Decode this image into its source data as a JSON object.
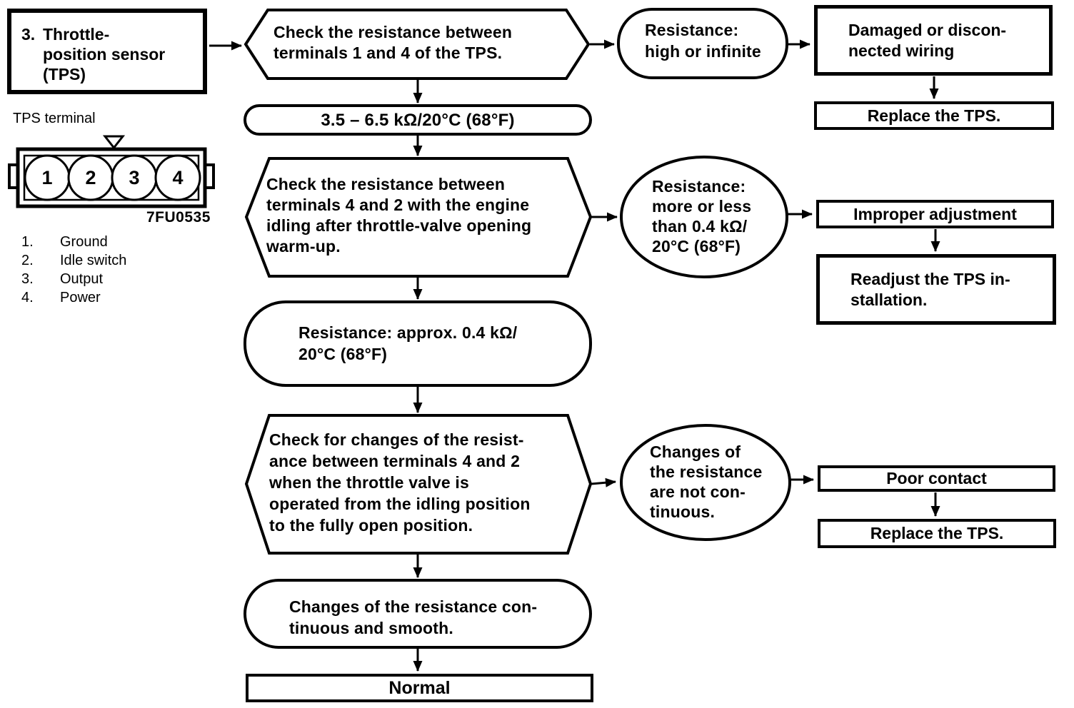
{
  "page": {
    "background": "#ffffff",
    "ink": "#000000"
  },
  "header": {
    "num": "3.",
    "title": "Throttle-\nposition sensor\n(TPS)"
  },
  "connector": {
    "label": "TPS terminal",
    "code": "7FU0535",
    "pins": [
      "1",
      "2",
      "3",
      "4"
    ],
    "legend": [
      {
        "num": "1.",
        "label": "Ground"
      },
      {
        "num": "2.",
        "label": "Idle switch"
      },
      {
        "num": "3.",
        "label": "Output"
      },
      {
        "num": "4.",
        "label": "Power"
      }
    ]
  },
  "flow": {
    "step1": {
      "check": "Check the resistance between\nterminals 1 and 4 of the TPS.",
      "spec": "3.5 – 6.5 kΩ/20°C (68°F)",
      "branch": {
        "condition": "Resistance:\nhigh or infinite",
        "cause": "Damaged or discon-\nnected wiring",
        "action": "Replace the TPS."
      }
    },
    "step2": {
      "check": "Check the resistance between\nterminals 4 and 2 with the engine\nidling after throttle-valve opening\nwarm-up.",
      "result": "Resistance: approx. 0.4 kΩ/\n20°C (68°F)",
      "branch": {
        "condition": "Resistance:\nmore or less\nthan 0.4 kΩ/\n20°C (68°F)",
        "cause": "Improper adjustment",
        "action": "Readjust the TPS in-\nstallation."
      }
    },
    "step3": {
      "check": "Check for changes of the resist-\nance between terminals 4 and 2\nwhen the throttle valve is\noperated from the idling position\nto the fully open position.",
      "result": "Changes of the resistance con-\ntinuous and smooth.",
      "branch": {
        "condition": "Changes of\nthe resistance\nare not con-\ntinuous.",
        "cause": "Poor contact",
        "action": "Replace the TPS."
      }
    },
    "final": "Normal"
  }
}
